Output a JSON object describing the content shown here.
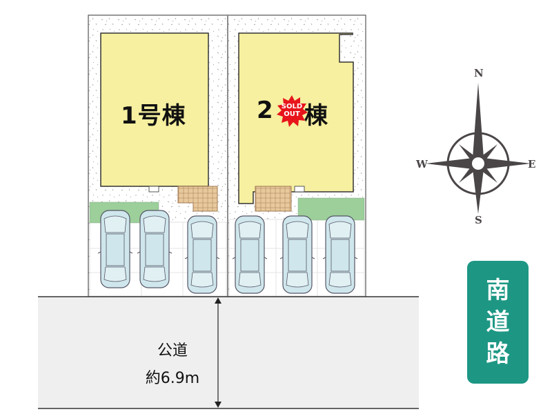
{
  "buildings": [
    {
      "label": "1号棟",
      "status": ""
    },
    {
      "label_prefix": "2",
      "label_suffix": "棟",
      "status": "SOLD OUT",
      "status_lines": [
        "SOLD",
        "OUT"
      ]
    }
  ],
  "road": {
    "name": "公道",
    "width": "約6.9m"
  },
  "badge": {
    "chars": [
      "南",
      "道",
      "路"
    ]
  },
  "compass": {
    "n": "N",
    "e": "E",
    "s": "S",
    "w": "W"
  },
  "colors": {
    "building": "#f6f0a0",
    "tile": "#e7c99c",
    "lawn": "#9ccf9a",
    "car": "#cfe7ec",
    "badge": "#1d9784",
    "compass": "#4a4547"
  }
}
